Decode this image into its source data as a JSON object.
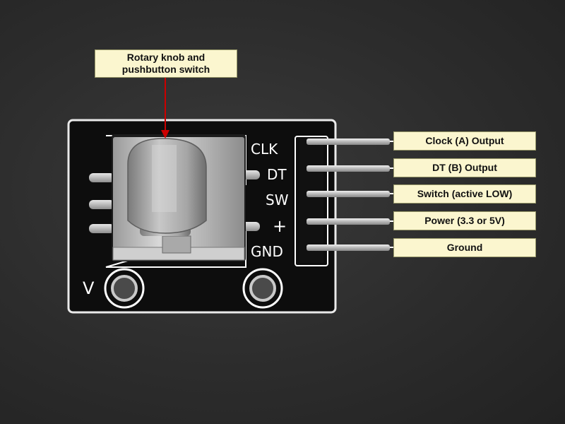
{
  "callouts": {
    "knob": "Rotary knob and pushbutton switch",
    "knob_line1": "Rotary knob and",
    "knob_line2": "pushbutton switch",
    "pins": [
      "Clock (A) Output",
      "DT (B) Output",
      "Switch (active LOW)",
      "Power (3.3 or 5V)",
      "Ground"
    ]
  },
  "board": {
    "pin_labels": [
      "CLK",
      "DT",
      "SW",
      "+",
      "GND"
    ],
    "corner_mark": "V"
  },
  "colors": {
    "callout_bg": "#fbf6cf",
    "leader_pins": "#ffffff",
    "leader_knob": "#cc0000",
    "pcb": "#0d0d0d",
    "silkscreen": "#ffffff"
  }
}
